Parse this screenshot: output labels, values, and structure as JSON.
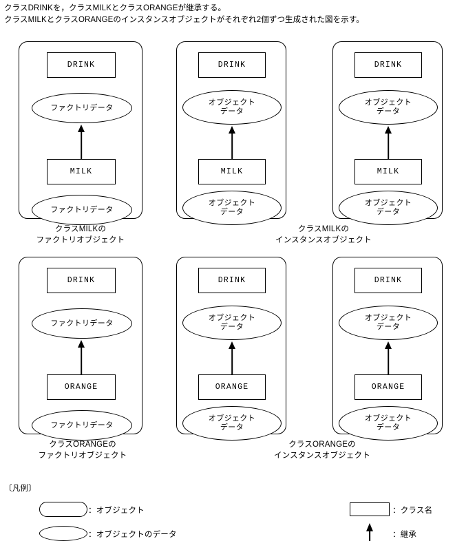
{
  "intro": {
    "line1": "クラスDRINKを，クラスMILKとクラスORANGEが継承する。",
    "line2": "クラスMILKとクラスORANGEのインスタンスオブジェクトがそれぞれ2個ずつ生成された図を示す。"
  },
  "labels": {
    "drink": "DRINK",
    "milk": "MILK",
    "orange": "ORANGE",
    "factory_data": "ファクトリデータ",
    "object_data_line1": "オブジェクト",
    "object_data_line2": "データ"
  },
  "panels": [
    {
      "id": "milk-factory",
      "super_class": "DRINK",
      "super_data": "ファクトリデータ",
      "sub_class": "MILK",
      "sub_data": "ファクトリデータ",
      "data_style": "single-line"
    },
    {
      "id": "milk-instance-1",
      "super_class": "DRINK",
      "super_data_line1": "オブジェクト",
      "super_data_line2": "データ",
      "sub_class": "MILK",
      "sub_data_line1": "オブジェクト",
      "sub_data_line2": "データ",
      "data_style": "two-line"
    },
    {
      "id": "milk-instance-2",
      "super_class": "DRINK",
      "super_data_line1": "オブジェクト",
      "super_data_line2": "データ",
      "sub_class": "MILK",
      "sub_data_line1": "オブジェクト",
      "sub_data_line2": "データ",
      "data_style": "two-line"
    },
    {
      "id": "orange-factory",
      "super_class": "DRINK",
      "super_data": "ファクトリデータ",
      "sub_class": "ORANGE",
      "sub_data": "ファクトリデータ",
      "data_style": "single-line"
    },
    {
      "id": "orange-instance-1",
      "super_class": "DRINK",
      "super_data_line1": "オブジェクト",
      "super_data_line2": "データ",
      "sub_class": "ORANGE",
      "sub_data_line1": "オブジェクト",
      "sub_data_line2": "データ",
      "data_style": "two-line"
    },
    {
      "id": "orange-instance-2",
      "super_class": "DRINK",
      "super_data_line1": "オブジェクト",
      "super_data_line2": "データ",
      "sub_class": "ORANGE",
      "sub_data_line1": "オブジェクト",
      "sub_data_line2": "データ",
      "data_style": "two-line"
    }
  ],
  "captions": {
    "milk_factory_line1": "クラスMILKの",
    "milk_factory_line2": "ファクトリオブジェクト",
    "milk_instance_line1": "クラスMILKの",
    "milk_instance_line2": "インスタンスオブジェクト",
    "orange_factory_line1": "クラスORANGEの",
    "orange_factory_line2": "ファクトリオブジェクト",
    "orange_instance_line1": "クラスORANGEの",
    "orange_instance_line2": "インスタンスオブジェクト"
  },
  "legend": {
    "title": "〔凡例〕",
    "object": "：オブジェクト",
    "object_data": "：オブジェクトのデータ",
    "class_name": "：クラス名",
    "inheritance": "：継承"
  }
}
